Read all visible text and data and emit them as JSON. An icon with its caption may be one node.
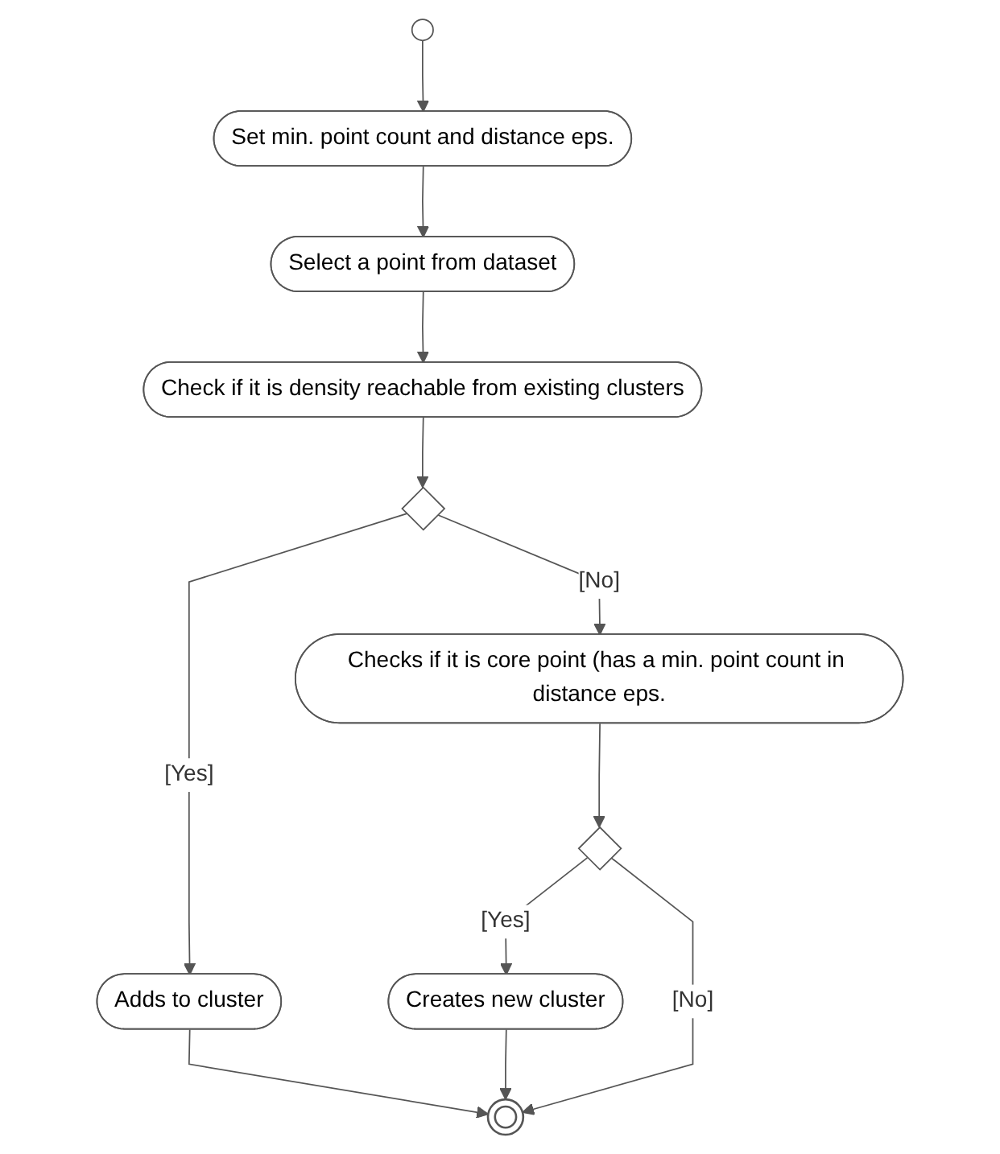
{
  "diagram": {
    "nodes": [
      {
        "text": [],
        "shape": "circle"
      },
      {
        "text": [
          "Set min. point count and distance eps."
        ]
      },
      {
        "text": [
          "Select a point from  dataset"
        ]
      },
      {
        "text": [
          "Check if it is density reachable from existing clusters"
        ]
      },
      {
        "text": [],
        "shape": "diamond"
      },
      {
        "text": [
          "Adds to cluster"
        ]
      },
      {
        "text": [
          "Checks if it is core point (has a min. point count in distance eps."
        ]
      },
      {
        "text": [],
        "shape": "diamond"
      },
      {
        "text": [
          "Creates  new cluster"
        ]
      },
      {
        "text": [],
        "shape": "circle"
      }
    ],
    "edges": [
      {
        "from": 0,
        "to": 1,
        "arrow": "to"
      },
      {
        "from": 1,
        "to": 2,
        "arrow": "to"
      },
      {
        "from": 2,
        "to": 3,
        "arrow": "to"
      },
      {
        "from": 3,
        "to": 4,
        "arrow": "to"
      },
      {
        "from": 4,
        "to": 5,
        "arrow": "to",
        "label": "[Yes]"
      },
      {
        "from": 4,
        "to": 6,
        "arrow": "to",
        "label": "[No]"
      },
      {
        "from": 6,
        "to": 7,
        "arrow": "to"
      },
      {
        "from": 7,
        "to": 8,
        "arrow": "to",
        "label": "[Yes]"
      },
      {
        "from": 7,
        "to": 9,
        "arrow": "to",
        "label": "[No]"
      },
      {
        "from": 5,
        "to": 9,
        "arrow": "to"
      },
      {
        "from": 8,
        "to": 9,
        "arrow": "to"
      }
    ]
  }
}
